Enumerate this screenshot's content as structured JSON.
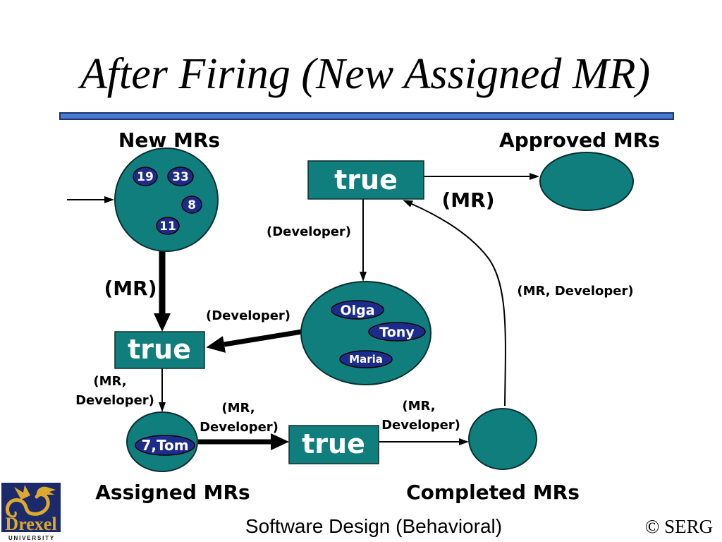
{
  "slide": {
    "title": "After Firing (New Assigned MR)",
    "footer": "Software Design (Behavioral)",
    "copyright": "© SERG"
  },
  "logo": {
    "icon": "drexel-dragon-icon",
    "name": "Drexel",
    "subtitle": "UNIVERSITY"
  },
  "places": {
    "new_mrs": {
      "label": "New MRs",
      "tokens": [
        "19",
        "33",
        "8",
        "11"
      ]
    },
    "approved_mrs": {
      "label": "Approved MRs"
    },
    "developers": {
      "tokens": [
        "Olga",
        "Tony",
        "Maria"
      ]
    },
    "assigned_mrs": {
      "label": "Assigned MRs",
      "tokens": [
        "7,Tom"
      ]
    },
    "completed_mrs": {
      "label": "Completed MRs"
    }
  },
  "transitions": {
    "approve": {
      "label": "true"
    },
    "assign": {
      "label": "true"
    },
    "complete": {
      "label": "true"
    }
  },
  "arc_labels": {
    "approve_to_approved": "(MR)",
    "approve_to_developers": "(Developer)",
    "new_mrs_to_assign": "(MR)",
    "developers_to_assign": "(Developer)",
    "assign_to_assigned": [
      "(MR,",
      "Developer)"
    ],
    "assigned_to_complete": [
      "(MR,",
      "Developer)"
    ],
    "complete_to_completed": [
      "(MR,",
      "Developer)"
    ],
    "completed_to_approve": "(MR, Developer)"
  },
  "colors": {
    "place_fill": "#117e7e",
    "transition_fill": "#117e7e",
    "token_fill": "#1c2c8c",
    "token_text": "#ffffff",
    "rule_fill": "#4a7acc",
    "rule_stroke": "#1b3471",
    "logo_background": "#1c2a6c",
    "logo_gold": "#dcaa2c"
  }
}
